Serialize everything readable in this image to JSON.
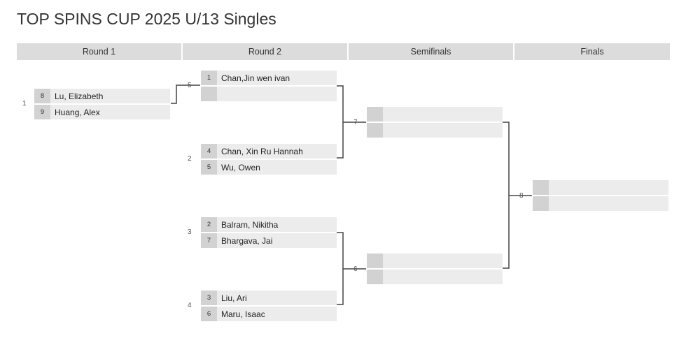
{
  "title": "TOP SPINS CUP 2025 U/13 Singles",
  "rounds": [
    "Round 1",
    "Round 2",
    "Semifinals",
    "Finals"
  ],
  "matches": {
    "m1": {
      "number": "1",
      "p1": {
        "seed": "8",
        "name": "Lu, Elizabeth"
      },
      "p2": {
        "seed": "9",
        "name": "Huang, Alex"
      }
    },
    "m5": {
      "number": "5",
      "p1": {
        "seed": "1",
        "name": "Chan,Jin wen ivan"
      },
      "p2": {
        "seed": "",
        "name": ""
      }
    },
    "m2": {
      "number": "2",
      "p1": {
        "seed": "4",
        "name": "Chan, Xin Ru Hannah"
      },
      "p2": {
        "seed": "5",
        "name": "Wu, Owen"
      }
    },
    "m3": {
      "number": "3",
      "p1": {
        "seed": "2",
        "name": "Balram, Nikitha"
      },
      "p2": {
        "seed": "7",
        "name": "Bhargava, Jai"
      }
    },
    "m4": {
      "number": "4",
      "p1": {
        "seed": "3",
        "name": "Liu, Ari"
      },
      "p2": {
        "seed": "6",
        "name": "Maru, Isaac"
      }
    },
    "m7": {
      "number": "7",
      "p1": {
        "seed": "",
        "name": ""
      },
      "p2": {
        "seed": "",
        "name": ""
      }
    },
    "m6": {
      "number": "6",
      "p1": {
        "seed": "",
        "name": ""
      },
      "p2": {
        "seed": "",
        "name": ""
      }
    },
    "m8": {
      "number": "8",
      "p1": {
        "seed": "",
        "name": ""
      },
      "p2": {
        "seed": "",
        "name": ""
      }
    }
  },
  "colors": {
    "header_bg": "#dcdcdc",
    "slot_bg": "#ececec",
    "seed_bg": "#d2d2d2",
    "connector": "#444444"
  }
}
